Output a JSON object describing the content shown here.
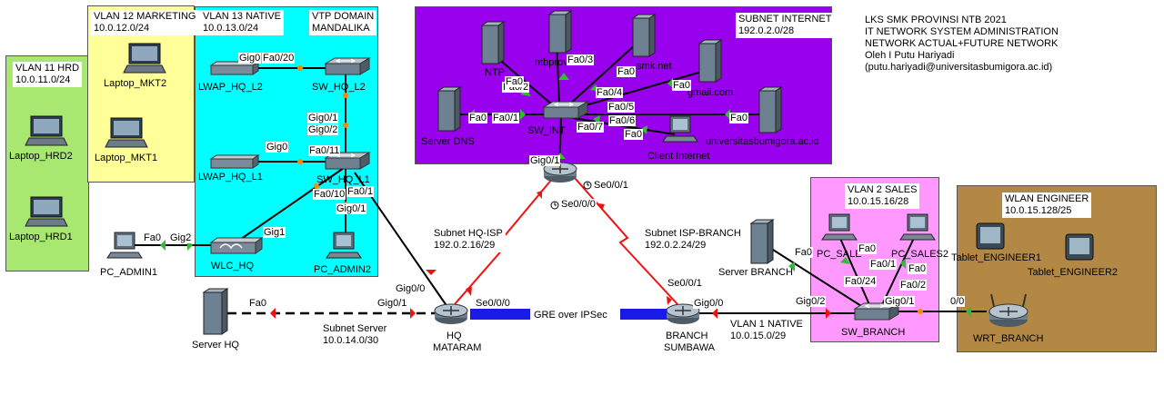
{
  "colors": {
    "hrd": "#a8e870",
    "marketing": "#ffff99",
    "native": "#00ffff",
    "internet": "#9900ee",
    "sales": "#ff99ff",
    "engineer": "#b38844",
    "ethernet": "#000000",
    "serial": "#ee1111",
    "gre": "#1a1ae6",
    "port_up": "#33bb33",
    "port_down": "#ee1111",
    "port_wait": "#ff8800"
  },
  "areas": {
    "vlan11": {
      "name": "VLAN 11 HRD",
      "subnet": "10.0.11.0/24"
    },
    "vlan12": {
      "name": "VLAN 12 MARKETING",
      "subnet": "10.0.12.0/24"
    },
    "vlan13": {
      "name": "VLAN 13 NATIVE",
      "subnet": "10.0.13.0/24"
    },
    "vtp": {
      "name": "VTP DOMAIN",
      "domain": "MANDALIKA"
    },
    "internet": {
      "name": "SUBNET INTERNET",
      "subnet": "192.0.2.0/28"
    },
    "sales": {
      "name": "VLAN 2 SALES",
      "subnet": "10.0.15.16/28"
    },
    "engineer": {
      "name": "WLAN ENGINEER",
      "subnet": "10.0.15.128/25"
    }
  },
  "title_box": {
    "line1": "LKS SMK PROVINSI NTB 2021",
    "line2": "IT NETWORK SYSTEM ADMINISTRATION",
    "line3": "NETWORK ACTUAL+FUTURE NETWORK",
    "line4": "Oleh I Putu Hariyadi",
    "line5": "(putu.hariyadi@universitasbumigora.ac.id)"
  },
  "subnets": {
    "hq_isp": {
      "name": "Subnet HQ-ISP",
      "net": "192.0.2.16/29"
    },
    "isp_branch": {
      "name": "Subnet ISP-BRANCH",
      "net": "192.0.2.24/29"
    },
    "server": {
      "name": "Subnet Server",
      "net": "10.0.14.0/30"
    },
    "native1": {
      "name": "VLAN 1 NATIVE",
      "net": "10.0.15.0/29"
    },
    "gre": "GRE over IPSec"
  },
  "devices": {
    "laptop_hrd2": "Laptop_HRD2",
    "laptop_hrd1": "Laptop_HRD1",
    "laptop_mkt2": "Laptop_MKT2",
    "laptop_mkt1": "Laptop_MKT1",
    "lwap_l2": "LWAP_HQ_L2",
    "lwap_l1": "LWAP_HQ_L1",
    "wlc": "WLC_HQ",
    "sw_hq_l2": "SW_HQ_L2",
    "sw_hq_l1": "SW_HQ_L1",
    "pc_admin1": "PC_ADMIN1",
    "pc_admin2": "PC_ADMIN2",
    "server_hq": "Server HQ",
    "hq_name": "HQ",
    "hq_city": "MATARAM",
    "isp": "",
    "ntp": "NTP",
    "ntbprov": "ntbprov",
    "smk": "smk.net",
    "gmail": "gmail.com",
    "server_dns": "Server DNS",
    "sw_internet": "SW_INT",
    "client_internet": "Client Internet",
    "ubg": "universitasbumigora.ac.id",
    "branch_name": "BRANCH",
    "branch_city": "SUMBAWA",
    "server_branch": "Server BRANCH",
    "pc_sales1": "PC_SALES1",
    "pc_sales2": "PC_SALES2",
    "sw_branch": "SW_BRANCH",
    "wrt_branch": "WRT_BRANCH",
    "tablet_eng1": "Tablet_ENGINEER1",
    "tablet_eng2": "Tablet_ENGINEER2"
  },
  "ports": {
    "lwap2_sw": "Gig0",
    "sw2_lwap": "Fa0/20",
    "sw2_gig01": "Gig0/1",
    "sw2_gig02": "Gig0/2",
    "lwap1": "Gig0",
    "sw1_fa011": "Fa0/11",
    "sw1_fa010": "Fa0/10",
    "sw1_fa01": "Fa0/1",
    "sw1_gig01": "Gig0/1",
    "wlc_gig1": "Gig1",
    "wlc_gig2": "Gig2",
    "pcadmin_fa0": "Fa0",
    "hq_gig00": "Gig0/0",
    "hq_gig01": "Gig0/1",
    "hq_se000": "Se0/0/0",
    "serverhq_fa0": "Fa0",
    "isp_gig01": "Gig0/1",
    "isp_se001": "Se0/0/1",
    "isp_se000": "Se0/0/0",
    "int_fa01": "Fa0/1",
    "int_fa02": "Fa0/2",
    "int_fa03": "Fa0/3",
    "int_fa04": "Fa0/4",
    "int_fa05": "Fa0/5",
    "int_fa06": "Fa0/6",
    "int_fa07": "Fa0/7",
    "dns_fa0": "Fa0",
    "ntp_fa0": "Fa0",
    "smk_fa0": "Fa0",
    "gmail_fa0": "Fa0",
    "ubg_fa0": "Fa0",
    "client_fa0": "Fa0",
    "br_se001": "Se0/0/1",
    "br_gig00": "Gig0/0",
    "swb_gig02": "Gig0/2",
    "swb_gig01": "Gig0/1",
    "swb_fa024": "Fa0/24",
    "swb_fa01": "Fa0/1",
    "swb_fa02": "Fa0/2",
    "sb_fa0": "Fa0",
    "ps1_fa0": "Fa0",
    "ps2_fa0": "Fa0",
    "wrt_00": "0/0"
  }
}
